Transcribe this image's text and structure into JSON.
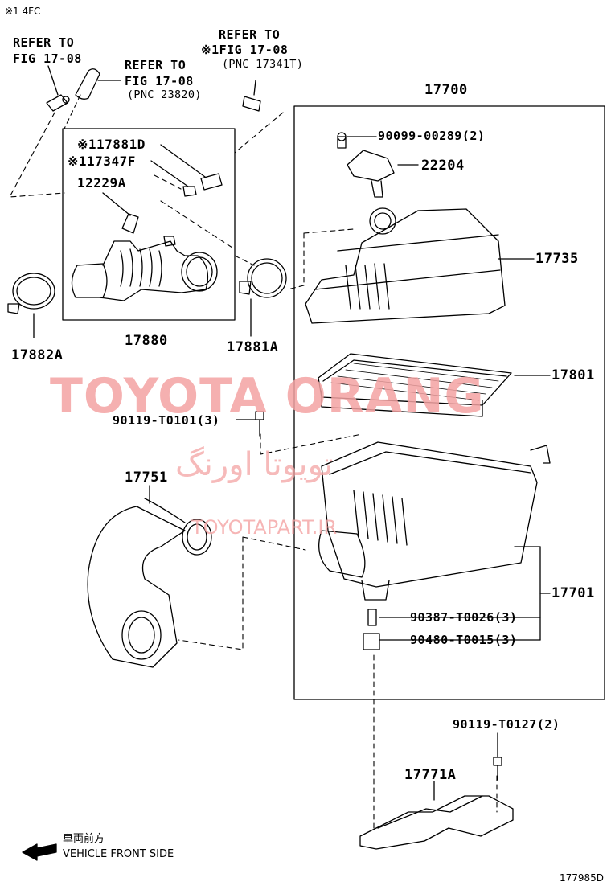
{
  "header_note": "※1 4FC",
  "refs": {
    "ref1": [
      "REFER TO",
      "FIG 17-08"
    ],
    "ref2": [
      "REFER TO",
      "FIG 17-08",
      "(PNC 23820)"
    ],
    "ref3": [
      "REFER TO",
      "※1FIG 17-08",
      "(PNC 17341T)"
    ]
  },
  "parts": {
    "p17700": "17700",
    "p90099": "90099-00289(2)",
    "p22204": "22204",
    "p17881D": "※117881D",
    "p17347F": "※117347F",
    "p12229A": "12229A",
    "p17735": "17735",
    "p17882A": "17882A",
    "p17880": "17880",
    "p17881A": "17881A",
    "p17801": "17801",
    "p90119a": "90119-T0101(3)",
    "p17751": "17751",
    "p17701": "17701",
    "p90387": "90387-T0026(3)",
    "p90480": "90480-T0015(3)",
    "p90119b": "90119-T0127(2)",
    "p17771A": "17771A"
  },
  "front": {
    "jp": "車両前方",
    "en": "VEHICLE FRONT SIDE"
  },
  "diagram_id": "177985D",
  "watermarks": {
    "main": "TOYOTA ORANG",
    "persian": "تویوتا اورنگ",
    "site": "TOYOTAPART.IR"
  },
  "colors": {
    "watermark": "#f4a3a3",
    "line": "#000000"
  }
}
